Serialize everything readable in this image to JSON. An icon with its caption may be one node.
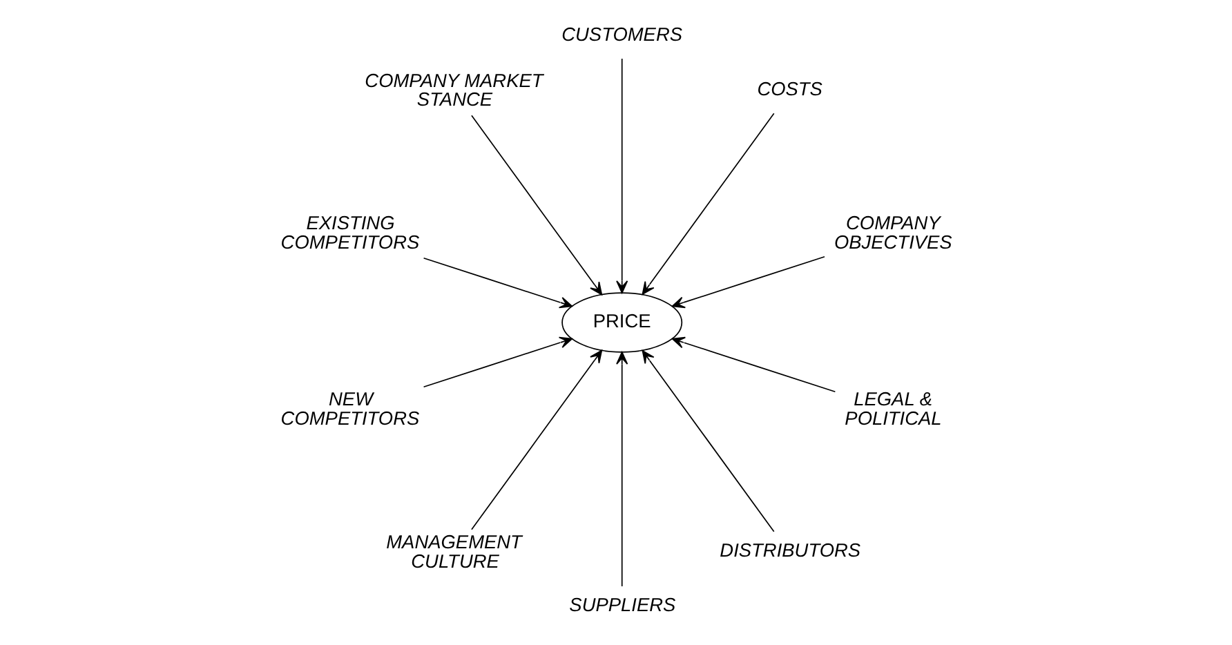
{
  "diagram": {
    "nodes": [
      {
        "text": [
          "COMPANY OBJECTIVES"
        ]
      },
      {
        "text": [
          "COSTS"
        ]
      },
      {
        "text": [
          "CUSTOMERS"
        ]
      },
      {
        "text": [
          "COMPANY MARKET STANCE"
        ]
      },
      {
        "text": [
          "EXISTING COMPETITORS"
        ]
      },
      {
        "text": [
          "PRICE"
        ]
      },
      {
        "text": [
          "NEW COMPETITORS"
        ]
      },
      {
        "text": [
          "MANAGEMENT CULTURE"
        ]
      },
      {
        "text": [
          "SUPPLIERS"
        ]
      },
      {
        "text": [
          "DISTRIBUTORS"
        ]
      },
      {
        "text": [
          "LEGAL & POLITICAL"
        ]
      }
    ],
    "edges": [
      {
        "from": 0,
        "to": 5,
        "arrow": "to"
      },
      {
        "from": 2,
        "to": 5,
        "arrow": "to"
      },
      {
        "from": 4,
        "to": 5,
        "arrow": "to"
      },
      {
        "from": 6,
        "to": 5,
        "arrow": "to"
      },
      {
        "from": 9,
        "to": 5,
        "arrow": "to"
      },
      {
        "from": 10,
        "to": 5,
        "arrow": "to"
      },
      {
        "from": 8,
        "to": 5,
        "arrow": "to"
      },
      {
        "from": 7,
        "to": 5,
        "arrow": "to"
      },
      {
        "from": 3,
        "to": 5,
        "arrow": "to"
      },
      {
        "from": 1,
        "to": 5,
        "arrow": "to"
      }
    ]
  }
}
